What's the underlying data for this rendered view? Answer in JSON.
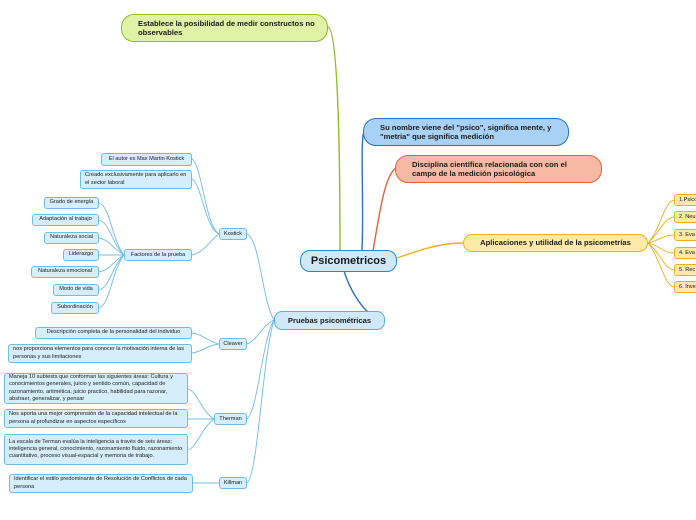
{
  "map": {
    "central": "Psicometricos",
    "main_topics": {
      "constructs": "Establece la posibilidad de medir constructos no observables",
      "name_origin": "Su nombre viene del \"psico\", significa mente, y \"metria\" que significa medición",
      "discipline": "Disciplina científica relacionada con con el campo de la medición psicológica",
      "applications": "Aplicaciones y utilidad de la psicometrías",
      "tests": "Pruebas psicométricas"
    },
    "applications_items": [
      "1.Psico",
      "2. Neu",
      "3. Eva",
      "4. Eva",
      "5. Rec",
      "6. Inve"
    ],
    "kostick": {
      "label": "Kostick",
      "author": "El autor es Max Martin Kostick",
      "created_for": "Creado exclusivamente para aplicarlo en el sector laboral",
      "factors_label": "Factores de la prueba",
      "factors": [
        "Grado de energía",
        "Adaptación al trabajo",
        "Naturaleza social",
        "Liderazgo",
        "Naturaleza emocional",
        "Modo de vida",
        "Subordinación"
      ]
    },
    "cleaver": {
      "label": "Cleaver",
      "items": [
        "Descripción completa de la personalidad del individuo",
        "nos proporciona elementos para conocer la motivación interna de las personas y sus limitaciones"
      ]
    },
    "therman": {
      "label": "Therman",
      "items": [
        "Maneja 10 subtests que conforman las siguientes áreas: Cultura y conocimientos generales, juicio y sentido común, capacidad de razonamiento, aritmética, juicio practico, habilidad para razonar, abstraer, generalizar, y pensar",
        "Nos aporta una mejor comprensión  de la capacidad intelectual de la persona al profundizar en aspectos específicos",
        "La escala de Terman evalúa la inteligencia a través de seis áreas: inteligencia general, conocimiento, razonamiento fluido, razonamiento cuantitativo, proceso visual-espacial y memoria de trabajo."
      ]
    },
    "killman": {
      "label": "Killman",
      "items": [
        "Identificar el estilo predominante de Resolución de Conflictos de cada persona"
      ]
    }
  },
  "colors": {
    "green_branch": "#8cbf21",
    "blue_branch": "#2a72c4",
    "salmon_branch": "#e2643a",
    "yellow_branch": "#e9b21c",
    "tests_branch": "#4ab3e6",
    "central_fill": "#cfe9fb"
  }
}
